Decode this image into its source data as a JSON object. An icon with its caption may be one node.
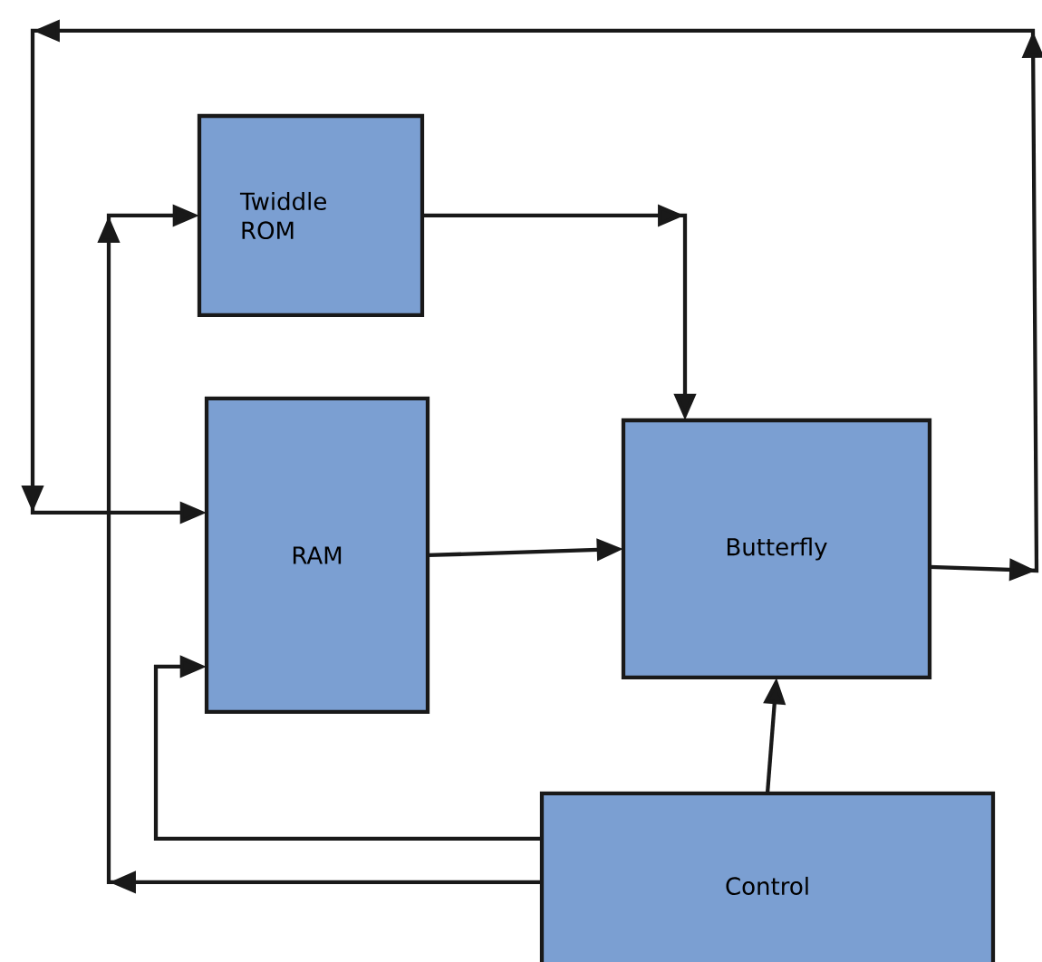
{
  "diagram": {
    "nodes": [
      {
        "text": [
          "Twiddle ROM"
        ]
      },
      {
        "text": [
          "RAM"
        ]
      },
      {
        "text": [
          "Butterfly"
        ]
      },
      {
        "text": [
          "Control"
        ]
      }
    ],
    "edges": [
      {
        "from": 0,
        "to": 2,
        "arrow": "to"
      },
      {
        "from": 1,
        "to": 2,
        "arrow": "to"
      },
      {
        "from": 2,
        "to": 1,
        "arrow": "to"
      },
      {
        "from": 3,
        "to": 2,
        "arrow": "to"
      },
      {
        "from": 3,
        "to": 1,
        "arrow": "to"
      },
      {
        "from": 3,
        "to": 0,
        "arrow": "to"
      }
    ]
  }
}
